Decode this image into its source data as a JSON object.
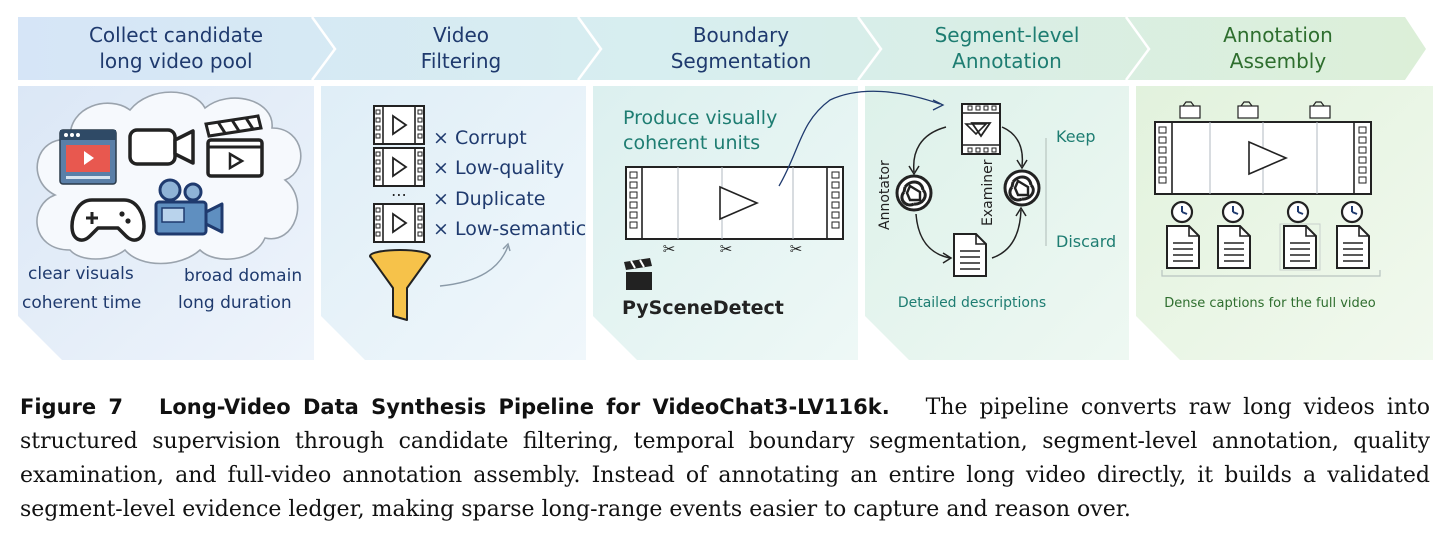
{
  "stages": [
    {
      "title_line1": "Collect candidate",
      "title_line2": "long video pool"
    },
    {
      "title_line1": "Video",
      "title_line2": "Filtering"
    },
    {
      "title_line1": "Boundary",
      "title_line2": "Segmentation"
    },
    {
      "title_line1": "Segment-level",
      "title_line2": "Annotation"
    },
    {
      "title_line1": "Annotation",
      "title_line2": "Assembly"
    }
  ],
  "collect": {
    "criteria": [
      "clear visuals",
      "coherent time",
      "broad domain",
      "long duration"
    ]
  },
  "filtering": {
    "rejects": [
      "× Corrupt",
      "× Low-quality",
      "× Duplicate",
      "× Low-semantic"
    ],
    "ellipsis": "⋯"
  },
  "segmentation": {
    "text_line1": "Produce visually",
    "text_line2": "coherent units",
    "tool": "PySceneDetect",
    "scissors": "✂"
  },
  "annotation": {
    "annotator": "Annotator",
    "examiner": "Examiner",
    "keep": "Keep",
    "discard": "Discard",
    "descriptions": "Detailed descriptions"
  },
  "assembly": {
    "dense": "Dense captions for the full video"
  },
  "caption": {
    "label": "Figure 7",
    "title": "Long-Video Data Synthesis Pipeline for VideoChat3-LV116k.",
    "body": "The pipeline converts raw long videos into structured supervision through candidate filtering, temporal boundary segmentation, segment-level annotation, quality examination, and full-video annotation assembly. Instead of annotating an entire long video directly, it builds a validated segment-level evidence ledger, making sparse long-range events easier to capture and reason over."
  },
  "colors": {
    "teal": "#1e7d72",
    "navy": "#1f3a6e",
    "green": "#3c7a3a"
  }
}
